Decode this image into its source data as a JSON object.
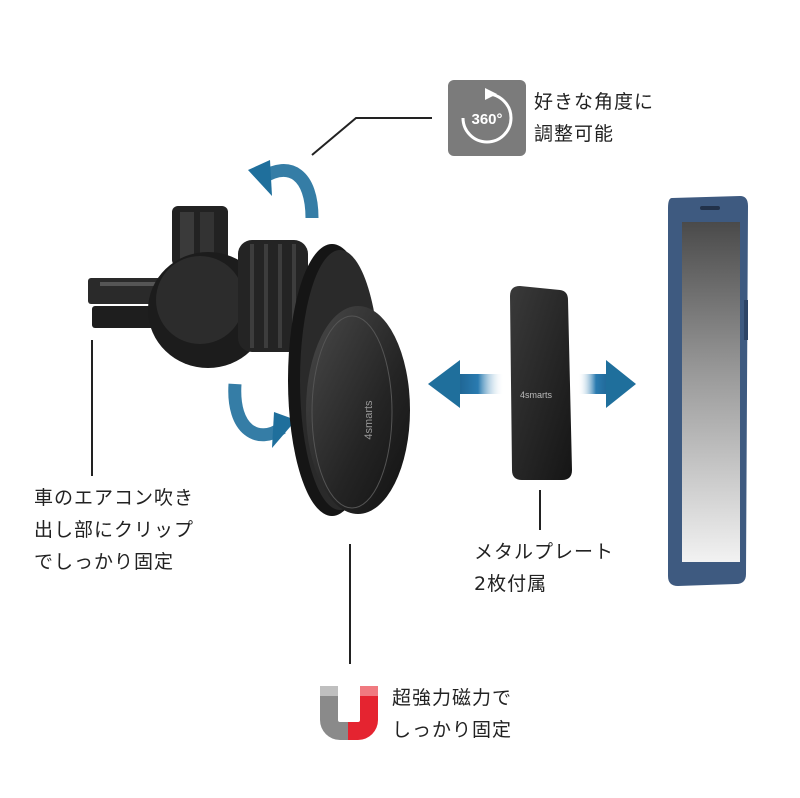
{
  "badge_360": {
    "text": "360°"
  },
  "annotations": {
    "rotate": "好きな角度に\n調整可能",
    "vent_clip": "車のエアコン吹き\n出し部にクリップ\nでしっかり固定",
    "metal_plate": "メタルプレート\n2枚付属",
    "magnet": "超強力磁力で\nしっかり固定"
  },
  "brand": {
    "mount_logo": "4smarts",
    "plate_logo": "4smarts"
  },
  "colors": {
    "arrow_blue": "#1f6f9c",
    "badge_gray": "#7b7b7b",
    "magnet_red": "#e52430",
    "magnet_gray": "#8a8a8a",
    "phone_frame": "#3e5a80",
    "mount_black": "#1b1b1b"
  }
}
